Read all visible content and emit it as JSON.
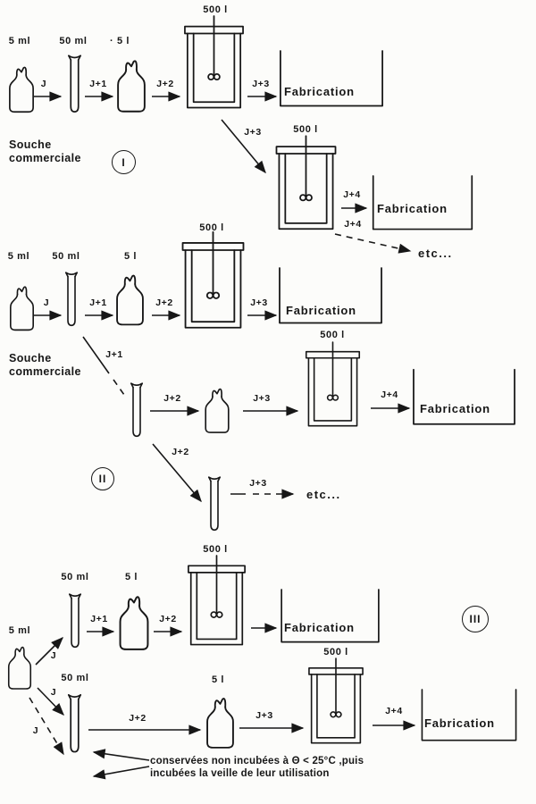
{
  "page": {
    "background": "#fcfcfa",
    "ink": "#171717"
  },
  "scheme1": {
    "numeral": "I",
    "source": {
      "line1": "Souche",
      "line2": "commerciale"
    },
    "row1": {
      "vol1": "5 ml",
      "vol2": "50 ml",
      "vol3": "· 5 l",
      "vol4": "500 l",
      "step1": "J",
      "step2": "J+1",
      "step3": "J+2",
      "step4": "J+3",
      "tank": "Fabrication"
    },
    "row2": {
      "branch_step": "J+3",
      "vol": "500 l",
      "step_to_tank": "J+4",
      "step_to_next": "J+4",
      "tank": "Fabrication",
      "etc": "etc..."
    }
  },
  "scheme2": {
    "numeral": "II",
    "source": {
      "line1": "Souche",
      "line2": "commerciale"
    },
    "row1": {
      "vol1": "5 ml",
      "vol2": "50 ml",
      "vol3": "5 l",
      "vol4": "500 l",
      "step1": "J",
      "step2": "J+1",
      "step3": "J+2",
      "step4": "J+3",
      "tank": "Fabrication"
    },
    "row2": {
      "branch_step": "J+1",
      "step1": "J+2",
      "step2": "J+3",
      "vol": "500 l",
      "step3": "J+4",
      "tank": "Fabrication"
    },
    "row3": {
      "branch_step": "J+2",
      "step1": "J+3",
      "etc": "etc..."
    }
  },
  "scheme3": {
    "numeral": "III",
    "row1": {
      "vol1": "5 ml",
      "vol2": "50 ml",
      "vol3": "5 l",
      "vol4": "500 l",
      "step0": "J",
      "step1": "J+1",
      "step2": "J+2",
      "tank": "Fabrication"
    },
    "row2": {
      "step0": "J",
      "vol2": "50 ml",
      "step1": "J+2",
      "vol3": "5 l",
      "step2": "J+3",
      "vol4": "500 l",
      "step3": "J+4",
      "tank": "Fabrication"
    },
    "row3": {
      "step0": "J"
    },
    "note": {
      "line1": "conservées non incubées à Θ < 25°C ,puis",
      "line2": "incubées la veille de leur utilisation"
    }
  }
}
